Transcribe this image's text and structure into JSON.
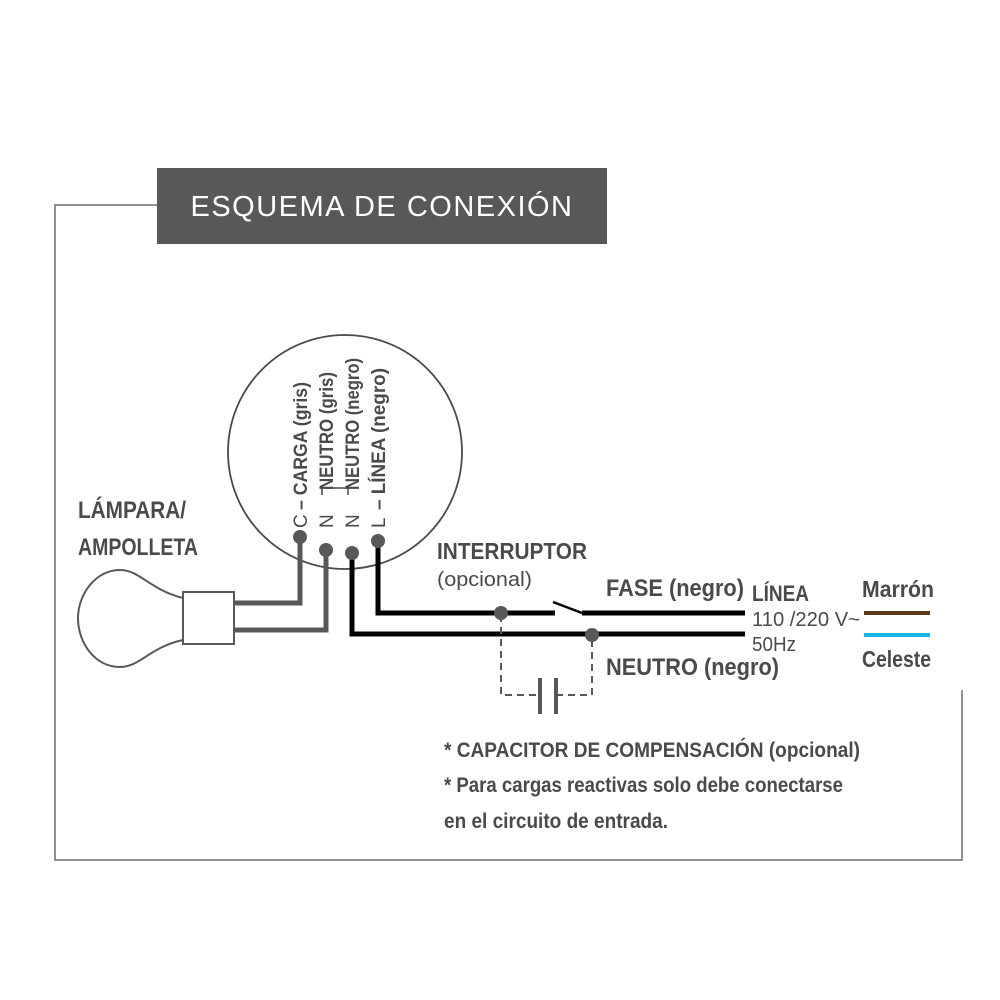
{
  "title": "ESQUEMA DE CONEXIÓN",
  "lamp": {
    "line1": "LÁMPARA/",
    "line2": "AMPOLLETA"
  },
  "terminals": [
    {
      "letter": "C",
      "label": "– CARGA (gris)"
    },
    {
      "letter": "N",
      "label": "NEUTRO (gris)"
    },
    {
      "letter": "N",
      "label": "NEUTRO (negro)"
    },
    {
      "letter": "L",
      "label": "– LÍNEA (negro)"
    }
  ],
  "switch": {
    "label": "INTERRUPTOR",
    "note": "(opcional)"
  },
  "fase_label": "FASE (negro)",
  "neutro_label": "NEUTRO (negro)",
  "linea": {
    "label": "LÍNEA",
    "voltage": "110 /220 V~",
    "freq": "50Hz"
  },
  "legend": [
    {
      "label": "Marrón",
      "color": "#5b3a1c"
    },
    {
      "label": "Celeste",
      "color": "#19b2ea"
    }
  ],
  "notes": [
    "* CAPACITOR DE COMPENSACIÓN (opcional)",
    "* Para cargas reactivas solo debe conectarse",
    "en el circuito de entrada."
  ]
}
